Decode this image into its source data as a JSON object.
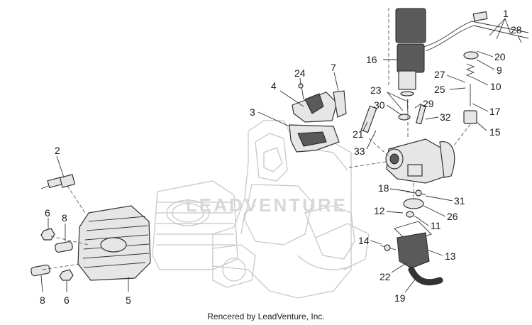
{
  "footer": {
    "credit": "Rencered by LeadVenture, Inc."
  },
  "watermark": "LEADVENTURE",
  "callouts": [
    {
      "label": "1"
    },
    {
      "label": "28"
    },
    {
      "label": "20"
    },
    {
      "label": "16"
    },
    {
      "label": "9"
    },
    {
      "label": "24"
    },
    {
      "label": "7"
    },
    {
      "label": "4"
    },
    {
      "label": "27"
    },
    {
      "label": "10"
    },
    {
      "label": "25"
    },
    {
      "label": "23"
    },
    {
      "label": "29"
    },
    {
      "label": "30"
    },
    {
      "label": "3"
    },
    {
      "label": "17"
    },
    {
      "label": "32"
    },
    {
      "label": "21"
    },
    {
      "label": "15"
    },
    {
      "label": "33"
    },
    {
      "label": "2"
    },
    {
      "label": "18"
    },
    {
      "label": "31"
    },
    {
      "label": "12"
    },
    {
      "label": "26"
    },
    {
      "label": "6"
    },
    {
      "label": "8"
    },
    {
      "label": "11"
    },
    {
      "label": "14"
    },
    {
      "label": "13"
    },
    {
      "label": "22"
    },
    {
      "label": "5"
    },
    {
      "label": "19"
    },
    {
      "label": "8"
    },
    {
      "label": "6"
    }
  ]
}
